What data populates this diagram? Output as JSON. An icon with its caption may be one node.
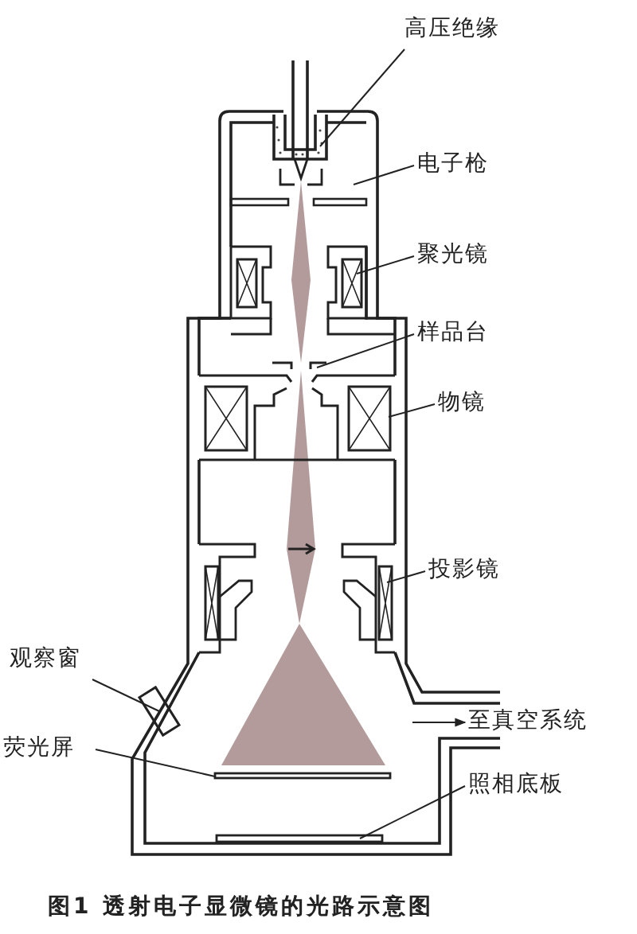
{
  "diagram": {
    "caption": "图1 透射电子显微镜的光路示意图",
    "nodes": [
      {
        "text": [
          "高压绝缘"
        ]
      },
      {
        "text": [
          "电子枪"
        ]
      },
      {
        "text": [
          "聚光镜"
        ]
      },
      {
        "text": [
          "样品台"
        ]
      },
      {
        "text": [
          "物镜"
        ]
      },
      {
        "text": [
          "投影镜"
        ]
      },
      {
        "text": [
          "观察窗"
        ]
      },
      {
        "text": [
          "荧光屏"
        ]
      },
      {
        "text": [
          "至真空系统"
        ]
      },
      {
        "text": [
          "照相底板"
        ]
      }
    ],
    "edges": [
      {
        "from": 0,
        "to": null,
        "arrow": "none"
      },
      {
        "from": 1,
        "to": null,
        "arrow": "none"
      },
      {
        "from": 2,
        "to": null,
        "arrow": "none"
      },
      {
        "from": 3,
        "to": null,
        "arrow": "none"
      },
      {
        "from": 4,
        "to": null,
        "arrow": "none"
      },
      {
        "from": 5,
        "to": null,
        "arrow": "none"
      },
      {
        "from": 6,
        "to": null,
        "arrow": "none"
      },
      {
        "from": 7,
        "to": null,
        "arrow": "none"
      },
      {
        "from": null,
        "to": 8,
        "arrow": "to"
      },
      {
        "from": 9,
        "to": null,
        "arrow": "none"
      }
    ]
  }
}
